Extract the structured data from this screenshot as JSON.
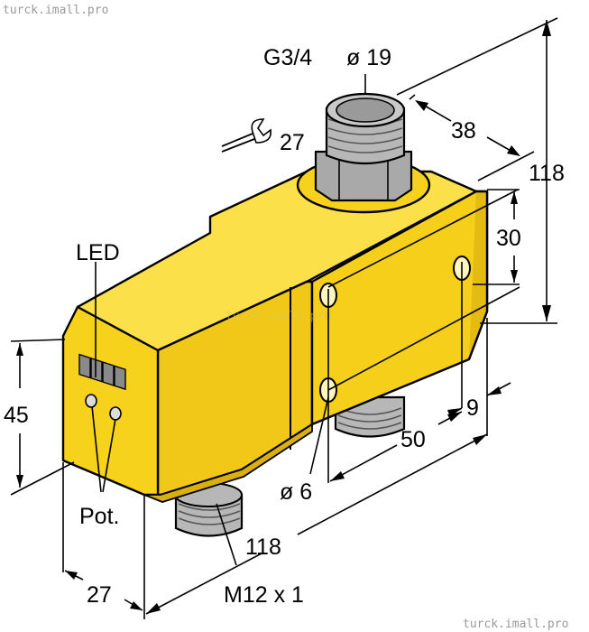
{
  "watermarks": {
    "top_left": "turck.imall.pro",
    "center": "turck.imall.pro",
    "bottom_right": "turck.imall.pro"
  },
  "labels": {
    "thread_top": "G3/4",
    "diameter_top": "ø 19",
    "wrench_size": "27",
    "dim_38": "38",
    "dim_118_height": "118",
    "dim_30": "30",
    "led": "LED",
    "dim_45": "45",
    "dim_9": "9",
    "dim_50": "50",
    "hole_diameter": "ø 6",
    "pot": "Pot.",
    "dim_118_length": "118",
    "dim_27_width": "27",
    "connector": "M12 x 1"
  },
  "colors": {
    "housing": "#f7d21c",
    "housing_side": "#e3bb12",
    "housing_top": "#fbe04a",
    "metal": "#b7b7b7",
    "metal_dark": "#8f8f8f",
    "outline": "#000000"
  },
  "icons": {
    "wrench": "wrench-icon"
  }
}
